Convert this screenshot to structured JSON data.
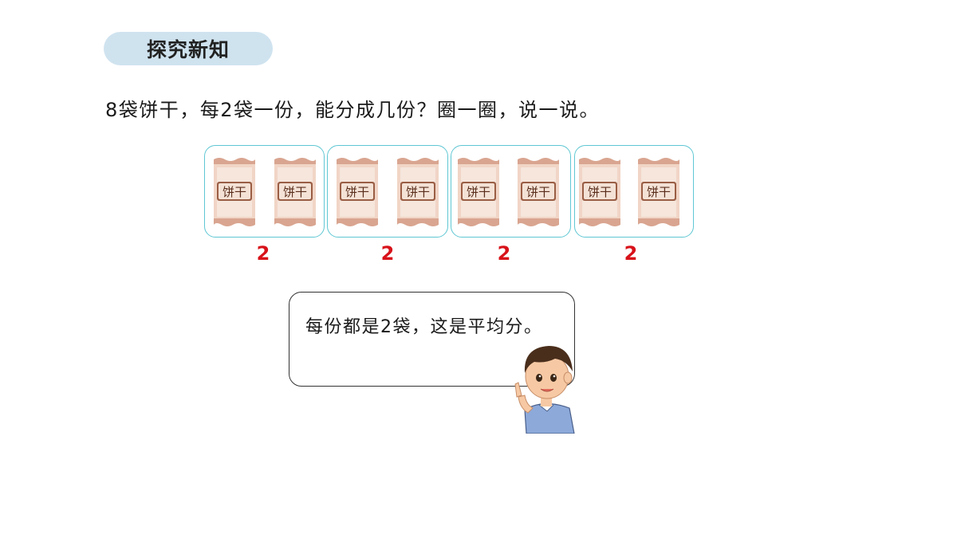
{
  "header": {
    "badge_label": "探究新知"
  },
  "question": {
    "text": "8袋饼干，每2袋一份，能分成几份？圈一圈，说一说。"
  },
  "groups": [
    {
      "count": "2",
      "bags": [
        "饼干",
        "饼干"
      ]
    },
    {
      "count": "2",
      "bags": [
        "饼干",
        "饼干"
      ]
    },
    {
      "count": "2",
      "bags": [
        "饼干",
        "饼干"
      ]
    },
    {
      "count": "2",
      "bags": [
        "饼干",
        "饼干"
      ]
    }
  ],
  "speech": {
    "text": "每份都是2袋，这是平均分。"
  },
  "colors": {
    "circle": "#5fc7d3",
    "count": "#d8121a",
    "badge": "#cfe3ef",
    "bag": "#eec9b8"
  }
}
